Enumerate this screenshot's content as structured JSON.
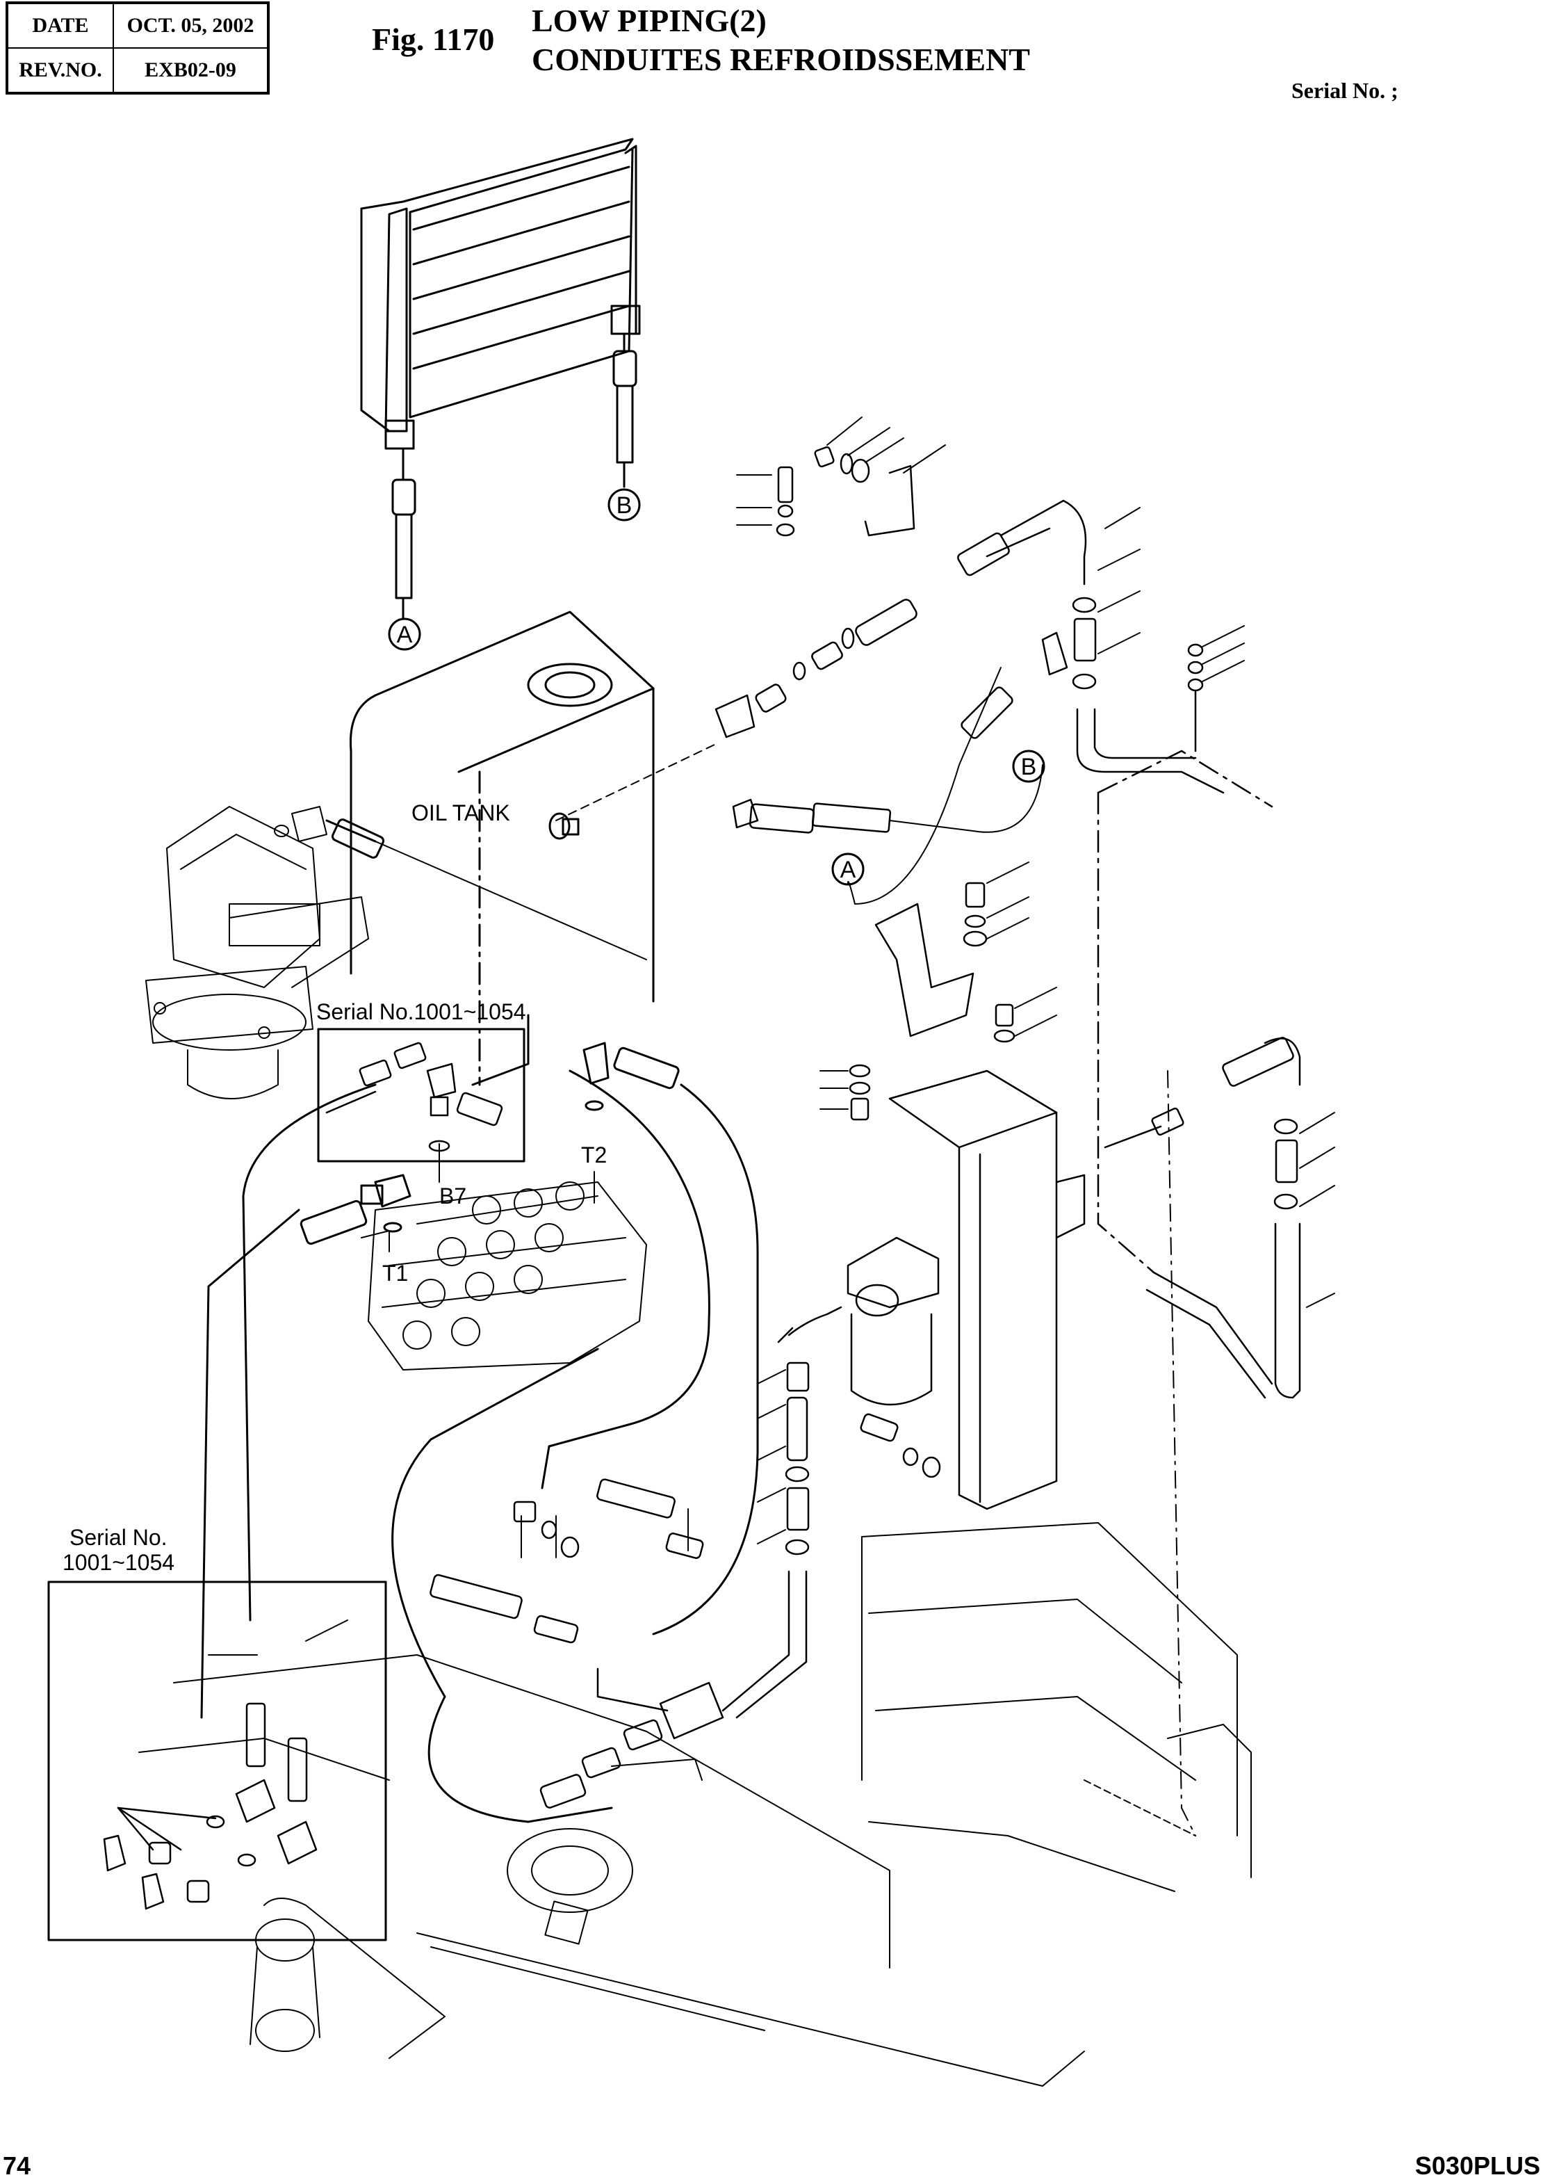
{
  "header": {
    "date_label": "DATE",
    "date_value": "OCT. 05, 2002",
    "rev_label": "REV.NO.",
    "rev_value": "EXB02-09",
    "figure_number": "Fig. 1170",
    "title_line1": "LOW PIPING(2)",
    "title_line2": "CONDUITES REFROIDSSEMENT",
    "serial_label": "Serial No. ;"
  },
  "diagram": {
    "labels": {
      "oil_tank": "OIL TANK",
      "serial_range_inset": "Serial No.1001~1054",
      "serial_range_bottom_line1": "Serial No.",
      "serial_range_bottom_line2": "1001~1054",
      "port_b7": "B7",
      "port_t1": "T1",
      "port_t2": "T2"
    },
    "callouts": {
      "a": "A",
      "b": "B"
    }
  },
  "footer": {
    "page_number": "74",
    "model": "S030PLUS"
  }
}
